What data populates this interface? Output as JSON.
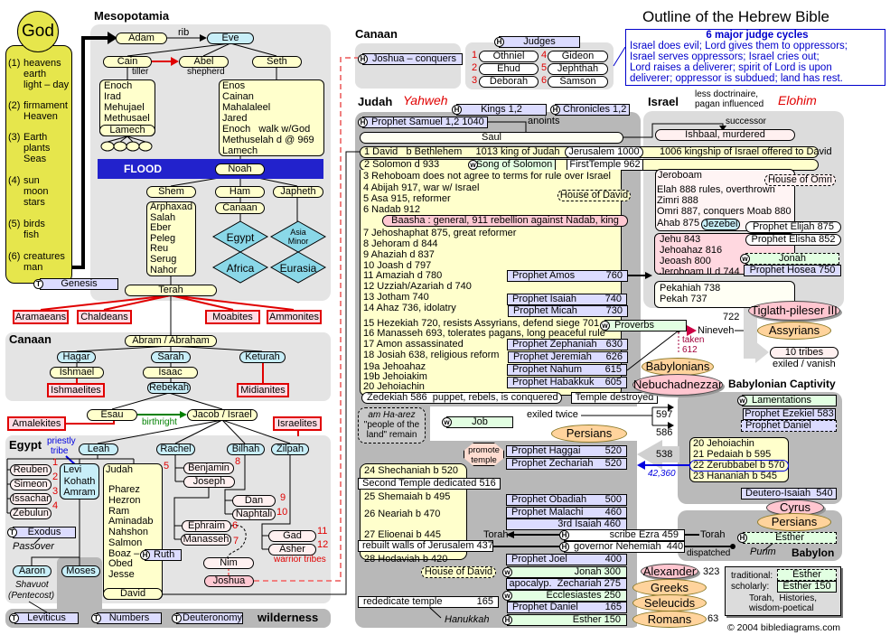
{
  "title": "Outline of the Hebrew Bible",
  "copyright": "© 2004 biblediagrams.com",
  "colors": {
    "creation_panel": "#e6e64c",
    "flood": "#2222cc",
    "people_group_border": "#e00000",
    "history_book": "#dcdcff",
    "wisdom_book": "#e2ffe2",
    "empire": "#ffd39c",
    "ruler": "#ffc6d0",
    "yahweh": "#e00000",
    "judge_cycles": "#0000cc"
  },
  "creation": {
    "god": "God",
    "days": [
      {
        "num": "(1)",
        "lines": [
          "heavens",
          "earth",
          "light – day"
        ]
      },
      {
        "num": "(2)",
        "lines": [
          "firmament",
          "Heaven"
        ]
      },
      {
        "num": "(3)",
        "lines": [
          "Earth",
          "plants",
          "Seas"
        ]
      },
      {
        "num": "(4)",
        "lines": [
          "sun",
          "moon",
          "stars"
        ]
      },
      {
        "num": "(5)",
        "lines": [
          "birds",
          "fish"
        ]
      },
      {
        "num": "(6)",
        "lines": [
          "creatures",
          "man"
        ]
      }
    ],
    "book": {
      "icon": "T",
      "label": "Genesis"
    }
  },
  "mesopotamia": {
    "label": "Mesopotamia",
    "adam": "Adam",
    "rib": "rib",
    "eve": "Eve",
    "cain": "Cain",
    "cain_role": "tiller",
    "abel": "Abel",
    "abel_role": "shepherd",
    "seth": "Seth",
    "cain_line": [
      "Enoch",
      "Irad",
      "Mehujael",
      "Methusael"
    ],
    "cain_lamech": "Lamech",
    "seth_line": [
      "Enos",
      "Cainan",
      "Mahalaleel",
      "Jared",
      "Enoch   walk w/God",
      "Methuselah d @ 969",
      "Lamech"
    ],
    "flood": "FLOOD",
    "noah": "Noah",
    "shem": "Shem",
    "ham": "Ham",
    "japheth": "Japheth",
    "shem_line": [
      "Arphaxad",
      "Salah",
      "Eber",
      "Peleg",
      "Reu",
      "Serug",
      "Nahor"
    ],
    "canaan": "Canaan",
    "regions": [
      "Egypt",
      "Africa",
      "Asia Minor",
      "Eurasia"
    ],
    "terah": "Terah",
    "peoples": [
      "Aramaeans",
      "Chaldeans",
      "Moabites",
      "Ammonites"
    ]
  },
  "canaan_patriarchs": {
    "label": "Canaan",
    "abraham": "Abram / Abraham",
    "hagar": "Hagar",
    "sarah": "Sarah",
    "keturah": "Keturah",
    "ishmael": "Ishmael",
    "isaac": "Isaac",
    "rebekah": "Rebekah",
    "ishmaelites": "Ishmaelites",
    "midianites": "Midianites",
    "esau": "Esau",
    "birthright": "birthright",
    "jacob": "Jacob / Israel",
    "amalekites": "Amalekites",
    "israelites": "Israelites"
  },
  "egypt": {
    "label": "Egypt",
    "priestly_tribe": [
      "priestly",
      "tribe"
    ],
    "wives": [
      "Leah",
      "Rachel",
      "Bilhah",
      "Zilpah"
    ],
    "leah_sons": [
      {
        "name": "Reuben",
        "num": "1"
      },
      {
        "name": "Simeon",
        "num": "2"
      },
      {
        "name": "Issachar",
        "num": "3"
      },
      {
        "name": "Zebulun",
        "num": "4"
      }
    ],
    "levi": {
      "name": "Levi",
      "line": [
        "Kohath",
        "Amram"
      ]
    },
    "judah": {
      "name": "Judah",
      "num": "5",
      "line": [
        "Pharez",
        "Hezron",
        "Ram",
        "Aminadab",
        "Nahshon",
        "Salmon",
        "Boaz –",
        "Obed",
        "Jesse"
      ],
      "david": "David"
    },
    "ruth": {
      "icon": "H",
      "label": "Ruth"
    },
    "benjamin": {
      "name": "Benjamin",
      "num": "8"
    },
    "joseph": "Joseph",
    "ephraim": {
      "name": "Ephraim",
      "num": "6"
    },
    "manasseh": {
      "name": "Manasseh",
      "num": "7"
    },
    "dan": {
      "name": "Dan",
      "num": "9"
    },
    "naphtali": {
      "name": "Naphtali",
      "num": "10"
    },
    "gad": {
      "name": "Gad",
      "num": "11"
    },
    "asher": {
      "name": "Asher",
      "num": "12"
    },
    "warrior_tribes": "warrior tribes",
    "nim": "Nim",
    "joshua": "Joshua",
    "exodus": {
      "icon": "T",
      "label": "Exodus"
    },
    "passover": "Passover",
    "aaron": "Aaron",
    "moses": "Moses",
    "shavuot": [
      "Shavuot",
      "(Pentecost)"
    ]
  },
  "wilderness": {
    "label": "wilderness",
    "books": [
      {
        "icon": "T",
        "label": "Leviticus"
      },
      {
        "icon": "T",
        "label": "Numbers"
      },
      {
        "icon": "T",
        "label": "Deuteronomy"
      }
    ]
  },
  "conquest": {
    "label": "Canaan",
    "joshua": {
      "icon": "H",
      "label": "Joshua – conquers"
    }
  },
  "judges": {
    "book": {
      "icon": "H",
      "label": "Judges"
    },
    "list": [
      {
        "num": "1",
        "name": "Othniel"
      },
      {
        "num": "2",
        "name": "Ehud"
      },
      {
        "num": "3",
        "name": "Deborah"
      },
      {
        "num": "4",
        "name": "Gideon"
      },
      {
        "num": "5",
        "name": "Jephthah"
      },
      {
        "num": "6",
        "name": "Samson"
      }
    ],
    "cycles": {
      "title": "6 major judge cycles",
      "lines": [
        "Israel does evil; Lord gives them to oppressors;",
        "Israel serves oppressors; Israel cries out;",
        "Lord raises a deliverer; spirit of Lord is upon",
        "deliverer; oppressor is subdued; land has rest."
      ]
    }
  },
  "judah": {
    "label": "Judah",
    "god_name": "Yahweh",
    "books": [
      {
        "icon": "H",
        "label": "Kings 1,2"
      },
      {
        "icon": "H",
        "label": "Chronicles 1,2"
      }
    ],
    "samuel": {
      "icon": "H",
      "label": "Prophet Samuel 1,2 1040"
    },
    "anoints": "anoints",
    "saul": "Saul",
    "david": "1 David   b Bethlehem     1013 king of Judah",
    "jerusalem": "Jerusalem 1000",
    "solomon": "2 Solomon d 933",
    "song": {
      "icon": "w",
      "label": "Song of Solomon"
    },
    "first_temple": "FirstTemple 962",
    "kings": [
      "3 Rehoboam does not agree to terms for rule over Israel",
      "4 Abijah 917, war w/ Israel",
      "5 Asa 915, reformer",
      "6 Nadab 912",
      "7 Jehoshaphat 875, great reformer",
      "8 Jehoram d 844",
      "9 Ahaziah d 837",
      "10 Joash d 797",
      "11 Amaziah d 780",
      "12 Uzziah/Azariah d 740",
      "13 Jotham 740",
      "14 Ahaz 736, idolatry",
      "15 Hezekiah 720, resists Assyrians, defend siege 701",
      "16 Manasseh 693, tolerates pagans, long peaceful rule",
      "17 Amon assassinated",
      "18 Josiah 638, religious reform",
      "19a Jehoahaz",
      "19b Jehoiakim",
      "20 Jehoiachin"
    ],
    "house_of_david": "House of David",
    "baasha": "Baasha : general, 911 rebellion against Nadab, king",
    "prophets_pre": [
      {
        "name": "Prophet Amos",
        "year": "760"
      },
      {
        "name": "Prophet Isaiah",
        "year": "740"
      },
      {
        "name": "Prophet Micah",
        "year": "730"
      },
      {
        "name": "Prophet Zephaniah",
        "year": "630"
      },
      {
        "name": "Prophet Jeremiah",
        "year": "626"
      },
      {
        "name": "Prophet Nahum",
        "year": "615"
      },
      {
        "name": "Prophet Habakkuk",
        "year": "605"
      }
    ],
    "proverbs": {
      "icon": "w",
      "label": "Proverbs"
    },
    "zedekiah": "Zedekiah 586  puppet, rebels, is conquered",
    "temple_destroyed": "Temple destroyed",
    "am_haarez": [
      "am Ha-arez",
      "\"people of the",
      "land\" remain"
    ],
    "job": {
      "icon": "w",
      "label": "Job"
    },
    "exiled_twice": "exiled twice",
    "exile_years": [
      "597",
      "586"
    ],
    "persians": "Persians",
    "promote_temple": [
      "promote",
      "temple"
    ],
    "prophets_post": [
      {
        "name": "Prophet Haggai",
        "year": "520"
      },
      {
        "name": "Prophet Zechariah",
        "year": "520"
      },
      {
        "name": "Prophet Obadiah",
        "year": "500"
      },
      {
        "name": "Prophet Malachi",
        "year": "460"
      }
    ],
    "third_isaiah": "3rd Isaiah 460",
    "return_line": [
      "24 Shechaniah b 520",
      "25 Shemaiah b 495",
      "26 Neariah b 470",
      "27 Elioenai b 445",
      "28 Hodaviah b 420"
    ],
    "second_temple": "Second Temple dedicated 516",
    "torah": "Torah",
    "ezra": {
      "icon": "H",
      "label": "scribe Ezra 459"
    },
    "walls": "rebuilt walls of Jerusalem 437",
    "nehemiah": {
      "icon": "H",
      "label": "governor Nehemiah  440"
    },
    "joel": {
      "name": "Prophet Joel",
      "year": "400"
    },
    "house_of_david_2": "House of David",
    "jonah": {
      "icon": "w",
      "label": "Jonah 300"
    },
    "zechariah_apoc": "apocalyp.  Zechariah 275",
    "ecclesiastes": {
      "icon": "w",
      "label": "Ecclesiastes 250"
    },
    "rededicate": {
      "label": "rededicate temple",
      "year": "165"
    },
    "hanukkah": "Hanukkah",
    "daniel": {
      "name": "Prophet Daniel",
      "year": "165"
    },
    "esther": {
      "icon": "H",
      "label": "Esther 150"
    }
  },
  "israel": {
    "label": "Israel",
    "note": [
      "less doctrinaire,",
      "pagan influenced"
    ],
    "god_name": "Elohim",
    "successor": "successor",
    "ishbaal": "Ishbaal, murdered",
    "kingship": "1006 kingship of Israel offered to David",
    "omri_dynasty": [
      "Jeroboam",
      "Elah 888 rules, overthrown",
      "Zimri 888",
      "Omri 887, conquers Moab 880",
      "Ahab 875"
    ],
    "jezebel": "Jezebel",
    "house_of_omri": "House of Omri",
    "elijah": "Prophet Elijah 875",
    "elisha": "Prophet Elisha 852",
    "jehu_dynasty": [
      "Jehu 843",
      "Jehoahaz 816",
      "Jeoash 800",
      "Jeroboam II d 744"
    ],
    "jonah": {
      "icon": "w",
      "label": "Jonah"
    },
    "hosea": "Prophet Hosea 750",
    "last_kings": [
      "Pekahiah 738",
      "Pekah 737"
    ],
    "tiglath": "Tiglath-pileser III",
    "fall_year": "722",
    "assyrians": "Assyrians",
    "nineveh": "Nineveh",
    "taken": [
      "taken",
      "612"
    ],
    "ten_tribes": "10 tribes",
    "exiled_vanish": "exiled / vanish"
  },
  "captivity": {
    "babylonians": "Babylonians",
    "nebuchadnezzar": "Nebuchadnezzar",
    "label": "Babylonian Captivity",
    "lamentations": {
      "icon": "w",
      "label": "Lamentations"
    },
    "ezekiel": "Prophet Ezekiel 583",
    "daniel": "Prophet Daniel",
    "line": [
      "20 Jehoiachin",
      "21 Pedaiah b 595",
      "22 Zerubbabel b 570",
      "23 Hananiah b 545"
    ],
    "return_year": "538",
    "returnees": "42,360",
    "deutero_isaiah": "Deutero-Isaiah  540",
    "cyrus": "Cyrus",
    "persians": "Persians"
  },
  "babylon": {
    "label": "Babylon",
    "esther": {
      "icon": "H",
      "label": "Esther"
    },
    "purim": "Purim",
    "torah": "Torah",
    "dispatched": "dispatched"
  },
  "empires": {
    "alexander": "Alexander",
    "alexander_year": "323",
    "greeks": "Greeks",
    "seleucids": "Seleucids",
    "romans": "Romans",
    "romans_year": "63"
  },
  "legend": {
    "traditional": "traditional:",
    "traditional_item": "Esther",
    "scholarly": "scholarly:",
    "scholarly_item": "Esther 150",
    "icon_note": [
      "Torah,  Histories,",
      "wisdom-poetical"
    ]
  }
}
